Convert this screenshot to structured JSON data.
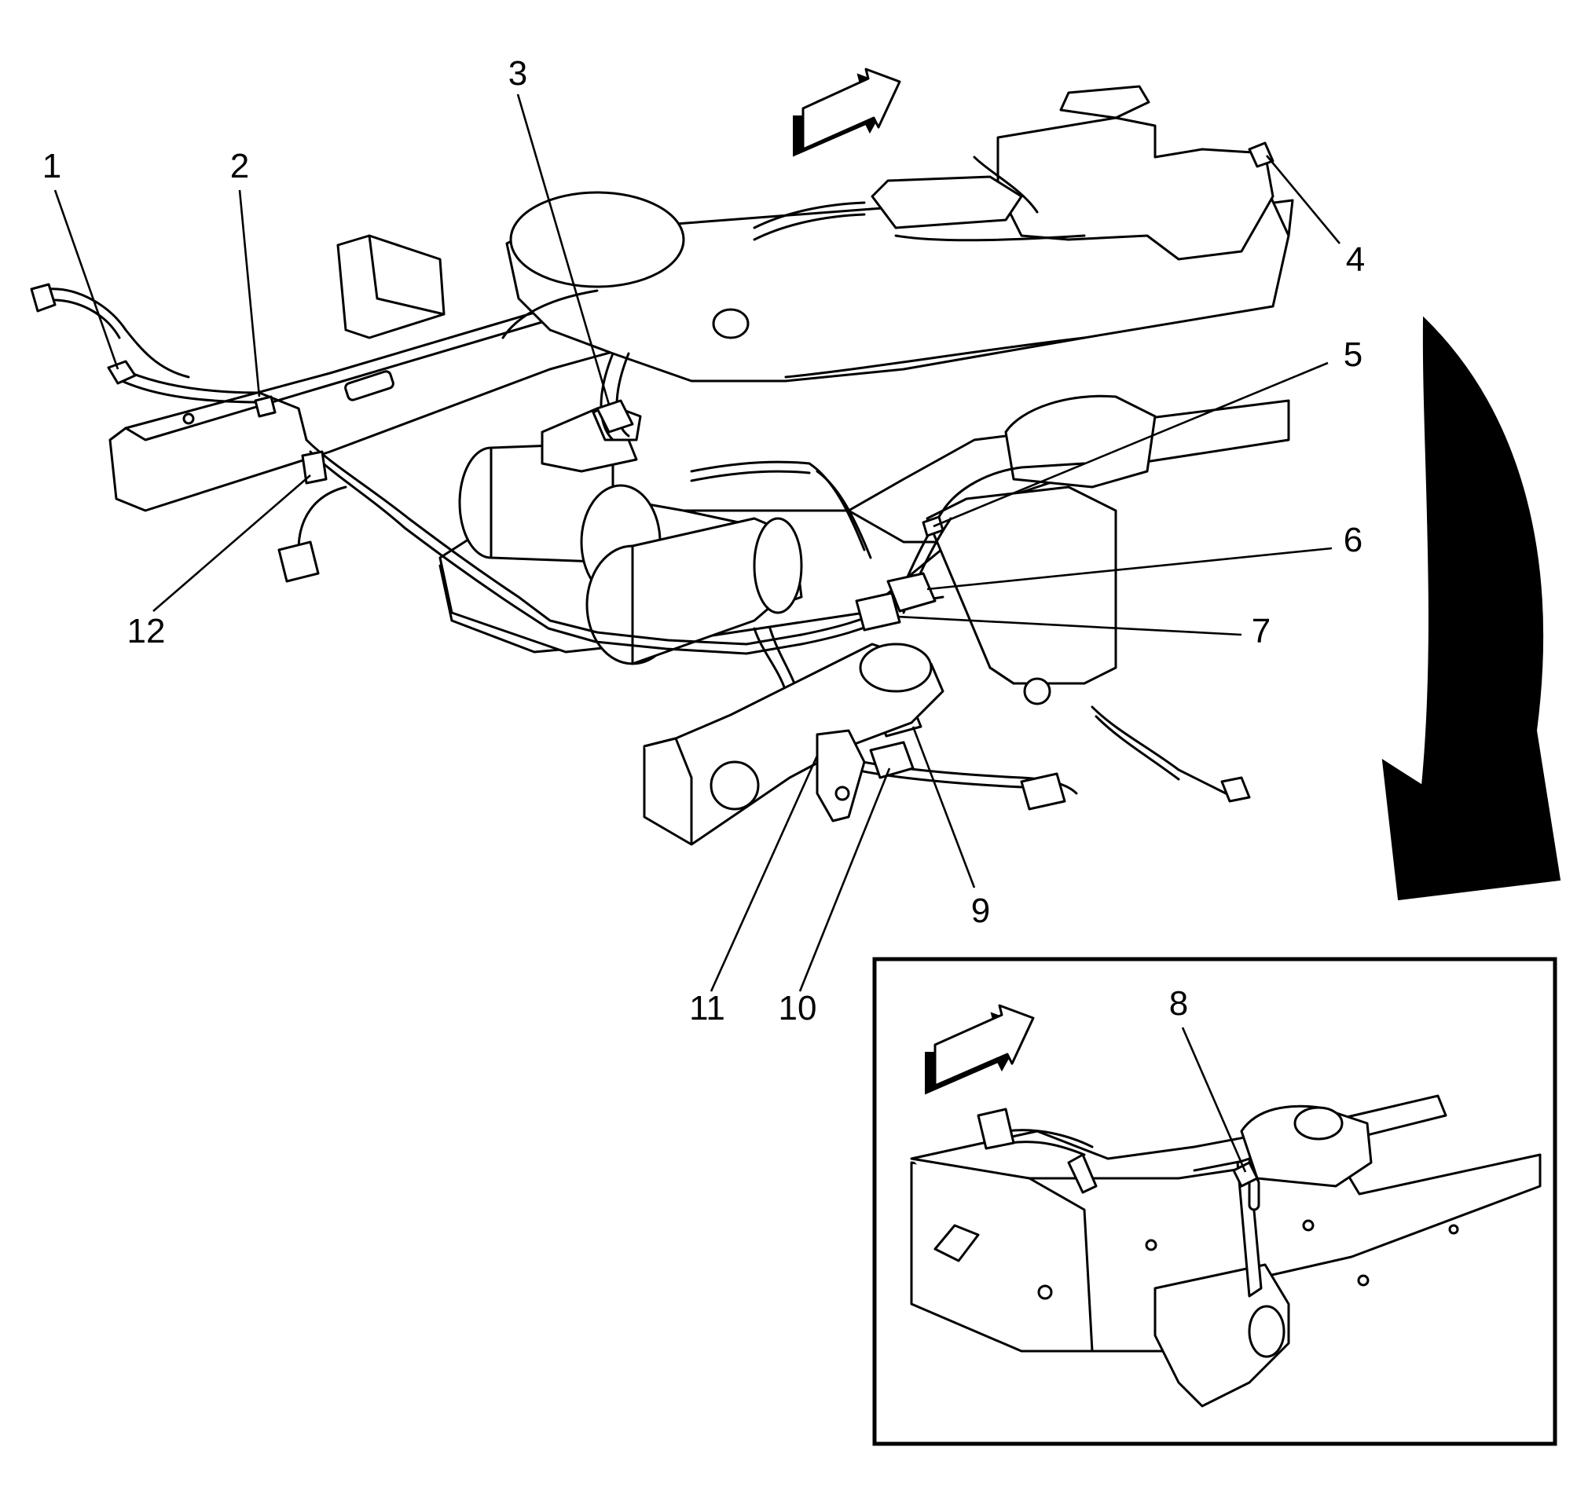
{
  "diagram": {
    "callouts": [
      {
        "id": "1",
        "label": "1"
      },
      {
        "id": "2",
        "label": "2"
      },
      {
        "id": "3",
        "label": "3"
      },
      {
        "id": "4",
        "label": "4"
      },
      {
        "id": "5",
        "label": "5"
      },
      {
        "id": "6",
        "label": "6"
      },
      {
        "id": "7",
        "label": "7"
      },
      {
        "id": "8",
        "label": "8"
      },
      {
        "id": "9",
        "label": "9"
      },
      {
        "id": "10",
        "label": "10"
      },
      {
        "id": "11",
        "label": "11"
      },
      {
        "id": "12",
        "label": "12"
      }
    ],
    "inset": {
      "has_border": true
    },
    "arrows": [
      "forward-direction-arrow",
      "forward-direction-arrow-inset",
      "detail-view-arrow"
    ]
  }
}
